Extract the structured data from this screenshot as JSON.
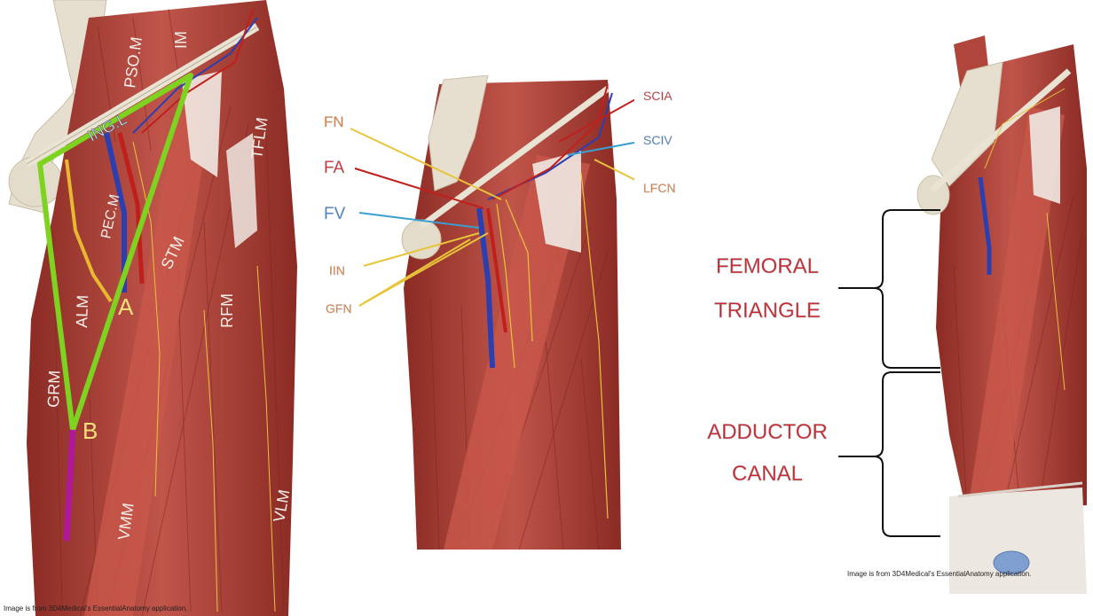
{
  "panel_left": {
    "labels": {
      "pso": "PSO.M",
      "im": "IM",
      "ing": "ING.L",
      "tflm": "TFLM",
      "pec": "PEC.M",
      "stm": "STM",
      "rfm": "RFM",
      "alm": "ALM",
      "a": "A",
      "grm": "GRM",
      "b": "B",
      "vmm": "VMM",
      "vlm": "VLM"
    },
    "credit": "Image is from 3D4Medical's EssentialAnatomy application."
  },
  "panel_middle": {
    "labels": {
      "fn": "FN",
      "fa": "FA",
      "fv": "FV",
      "iin": "IIN",
      "gfn": "GFN",
      "scia": "SCIA",
      "sciv": "SCIV",
      "lfcn": "LFCN"
    }
  },
  "panel_right": {
    "femoral_line1": "FEMORAL",
    "femoral_line2": "TRIANGLE",
    "adductor_line1": "ADDUCTOR",
    "adductor_line2": "CANAL",
    "credit": "Image is from 3D4Medical's EssentialAnatomy application."
  },
  "colors": {
    "muscle": "#b8483c",
    "muscle_dark": "#8a2b24",
    "tendon": "#efe9e2",
    "bone": "#e6dfcf",
    "vein": "#2b3fb0",
    "artery": "#c0201c",
    "nerve": "#e8c43a",
    "triangle": "#7ed321",
    "adductor_canal_line": "#b0189a",
    "label_red": "#d0202a",
    "label_blue": "#3a7fd0",
    "label_orange": "#e8762b"
  }
}
